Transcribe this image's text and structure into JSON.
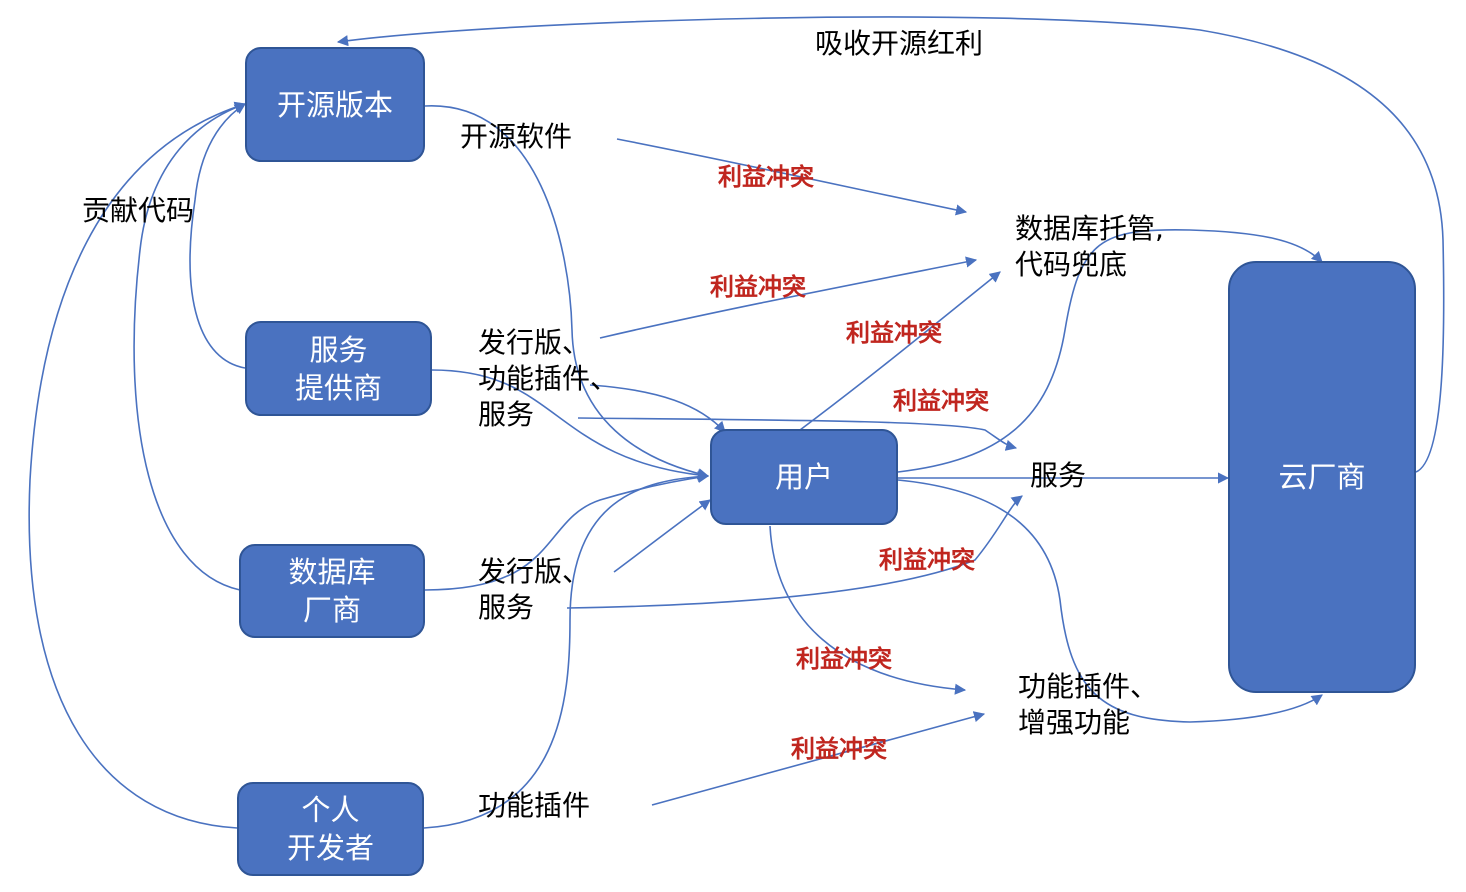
{
  "nodes": {
    "open_source": "开源版本",
    "service_provider": "服务\n提供商",
    "db_vendor": "数据库\n厂商",
    "individual_dev": "个人\n开发者",
    "user": "用户",
    "cloud_vendor": "云厂商"
  },
  "labels": {
    "absorb": "吸收开源红利",
    "contribute": "贡献代码",
    "oss_software": "开源软件",
    "distro_plugins_services": "发行版、\n功能插件、\n服务",
    "distro_services": "发行版、\n服务",
    "plugins": "功能插件",
    "db_hosting": "数据库托管,\n代码兜底",
    "services": "服务",
    "plugins_enhanced": "功能插件、\n增强功能"
  },
  "conflict": "利益冲突",
  "colors": {
    "node_fill": "#4a72c0",
    "edge": "#4a72c0",
    "conflict_text": "#c0261f"
  }
}
